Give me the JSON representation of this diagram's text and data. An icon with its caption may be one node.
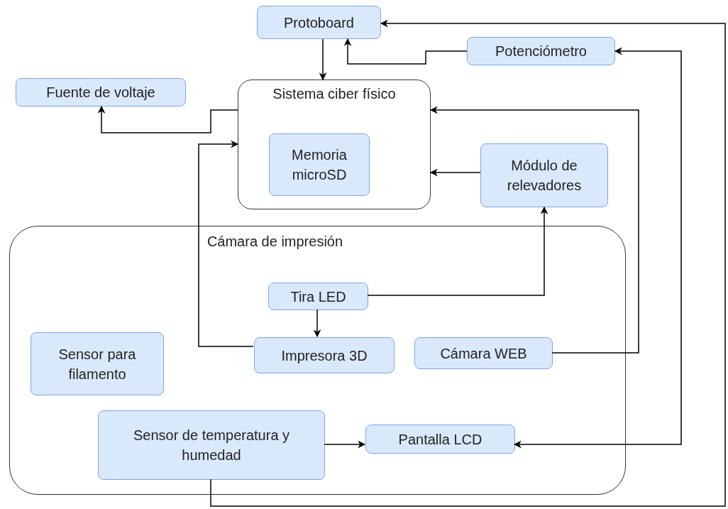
{
  "diagram": {
    "nodes": [
      {
        "text": [
          "Protoboard"
        ]
      },
      {
        "text": [
          "Potenciómetro"
        ]
      },
      {
        "text": [
          "Fuente de voltaje"
        ]
      },
      {
        "text": [
          "Sistema ciber físico"
        ]
      },
      {
        "text": [
          "Memoria microSD"
        ],
        "in": 3
      },
      {
        "text": [
          "Módulo de relevadores"
        ]
      },
      {
        "text": [
          "Cámara de impresión"
        ]
      },
      {
        "text": [
          "Tira LED"
        ],
        "in": 6
      },
      {
        "text": [
          "Sensor para filamento"
        ],
        "in": 6
      },
      {
        "text": [
          "Impresora 3D"
        ],
        "in": 6
      },
      {
        "text": [
          "Cámara WEB"
        ],
        "in": 6
      },
      {
        "text": [
          "Sensor de temperatura y humedad"
        ],
        "in": 6
      },
      {
        "text": [
          "Pantalla LCD"
        ],
        "in": 6
      }
    ],
    "edges": [
      {
        "from": 0,
        "to": 3,
        "arrow": "to"
      },
      {
        "from": 1,
        "to": 0,
        "arrow": "to"
      },
      {
        "from": 3,
        "to": 2,
        "arrow": "to"
      },
      {
        "from": 9,
        "to": 3,
        "arrow": "to"
      },
      {
        "from": 10,
        "to": 3,
        "arrow": "to"
      },
      {
        "from": 5,
        "to": 3,
        "arrow": "to"
      },
      {
        "from": 7,
        "to": 5,
        "arrow": "to"
      },
      {
        "from": 7,
        "to": 9,
        "arrow": "to"
      },
      {
        "from": 11,
        "to": 12,
        "arrow": "to"
      },
      {
        "from": 11,
        "to": 0,
        "arrow": "to"
      },
      {
        "from": 1,
        "to": 12,
        "arrow": "both"
      }
    ]
  }
}
